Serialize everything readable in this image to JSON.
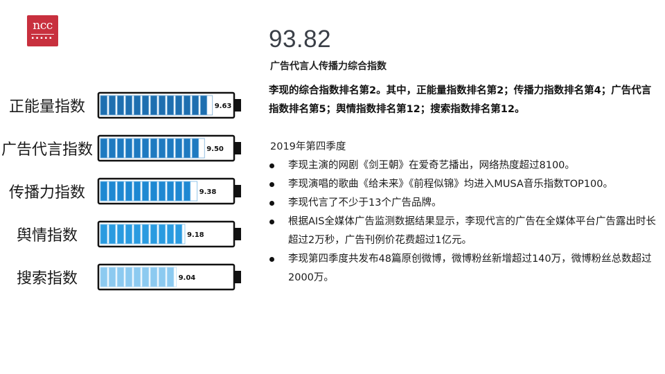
{
  "logo": {
    "text": "ncc",
    "dots": "▪▪▪▪▪"
  },
  "score": {
    "value": "93.82",
    "label": "广告代言人传播力综合指数"
  },
  "summary": "李现的综合指数排名第2。其中，正能量指数排名第2；传播力指数排名第4；广告代言指数排名第5；舆情指数排名第12；搜索指数排名第12。",
  "period": "2019年第四季度",
  "bullets": [
    "李现主演的网剧《剑王朝》在爱奇艺播出，网络热度超过8100。",
    "李现演唱的歌曲《给未来》《前程似锦》均进入MUSA音乐指数TOP100。",
    "李现代言了不少于13个广告品牌。",
    "根据AIS全媒体广告监测数据结果显示，李现代言的广告在全媒体平台广告露出时长超过2万秒，广告刊例价花费超过1亿元。",
    "李现第四季度共发布48篇原创微博，微博粉丝新增超过140万，微博粉丝总数超过2000万。"
  ],
  "colors": {
    "segments": [
      "#1e6fb0",
      "#1e7ac0",
      "#1e88d2",
      "#2a9be0",
      "#8ccaf0"
    ],
    "segment_stroke": "#cfe8fa",
    "battery_outline": "#111111",
    "logo_bg": "#c8303e"
  },
  "chart_data": {
    "type": "bar",
    "style": "battery",
    "categories": [
      "正能量指数",
      "广告代言指数",
      "传播力指数",
      "舆情指数",
      "搜索指数"
    ],
    "values": [
      9.63,
      9.5,
      9.38,
      9.18,
      9.04
    ],
    "value_labels": [
      "9.63",
      "9.50",
      "9.38",
      "9.18",
      "9.04"
    ],
    "xlim": [
      7.8,
      9.95
    ],
    "grid": false,
    "legend": "none"
  }
}
